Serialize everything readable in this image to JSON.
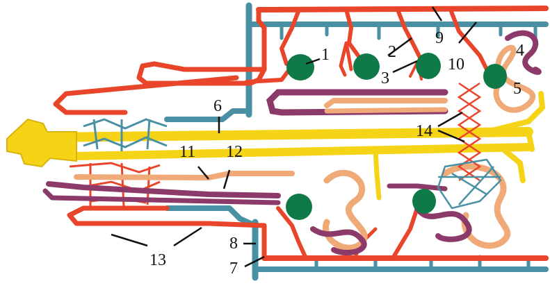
{
  "diagram": {
    "colors": {
      "artery": "#e8452a",
      "vein": "#4a90a4",
      "collecting_duct": "#f5d316",
      "glomerulus": "#0f7a47",
      "proximal_tubule": "#f0aa78",
      "distal_tubule": "#8b3a6a",
      "capillary_net": "#d8392b",
      "leader_line": "#111111"
    },
    "labels": [
      "1",
      "2",
      "3",
      "4",
      "5",
      "6",
      "7",
      "8",
      "9",
      "10",
      "11",
      "12",
      "13",
      "14"
    ]
  }
}
